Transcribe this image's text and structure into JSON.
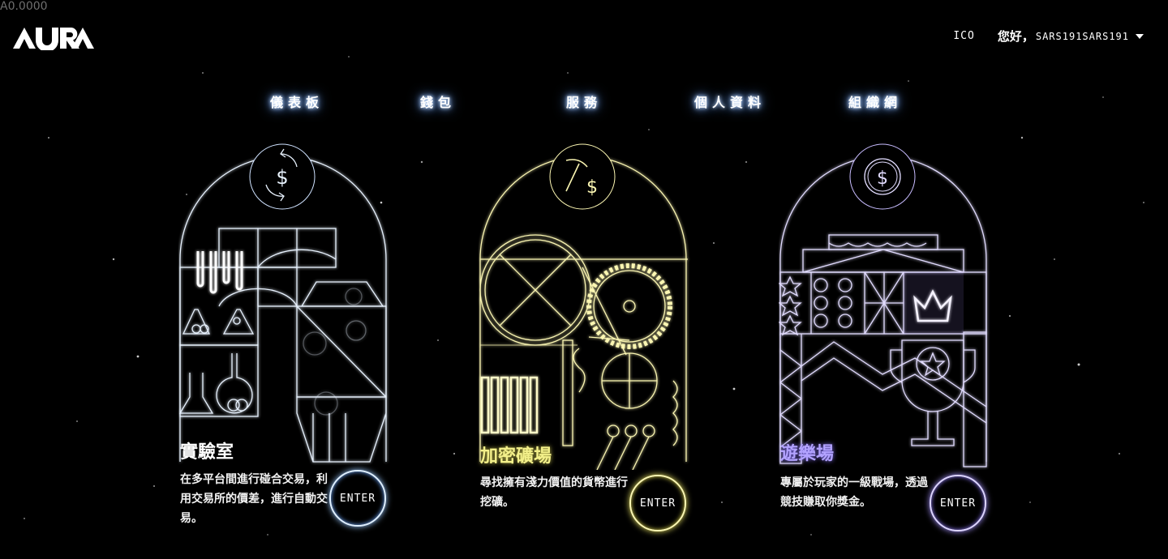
{
  "balance": "A0.0000",
  "brand": {
    "logo_text": "AURA"
  },
  "topnav": {
    "ico": "ICO",
    "greeting": "您好，",
    "username": "SARS191SARS191"
  },
  "mainnav": [
    {
      "label": "儀表板"
    },
    {
      "label": "錢包"
    },
    {
      "label": "服務"
    },
    {
      "label": "個人資料"
    },
    {
      "label": "組織網"
    }
  ],
  "cards": [
    {
      "title": "實驗室",
      "description": "在多平台間進行碰合交易，利用交易所的價差，進行自動交易。",
      "enter": "ENTER",
      "color": "#dfefff"
    },
    {
      "title": "加密礦場",
      "description": "尋找擁有淺力價值的貨幣進行挖礦。",
      "enter": "ENTER",
      "color": "#f3f08a"
    },
    {
      "title": "遊樂場",
      "description": "專屬於玩家的一級戰場，透過競技賺取你獎金。",
      "enter": "ENTER",
      "color": "#b2a2ff"
    }
  ],
  "colors": {
    "background": "#000000",
    "lab_glow": "#9ccaff",
    "mine_glow": "#e5df63",
    "game_glow": "#a895ff"
  }
}
